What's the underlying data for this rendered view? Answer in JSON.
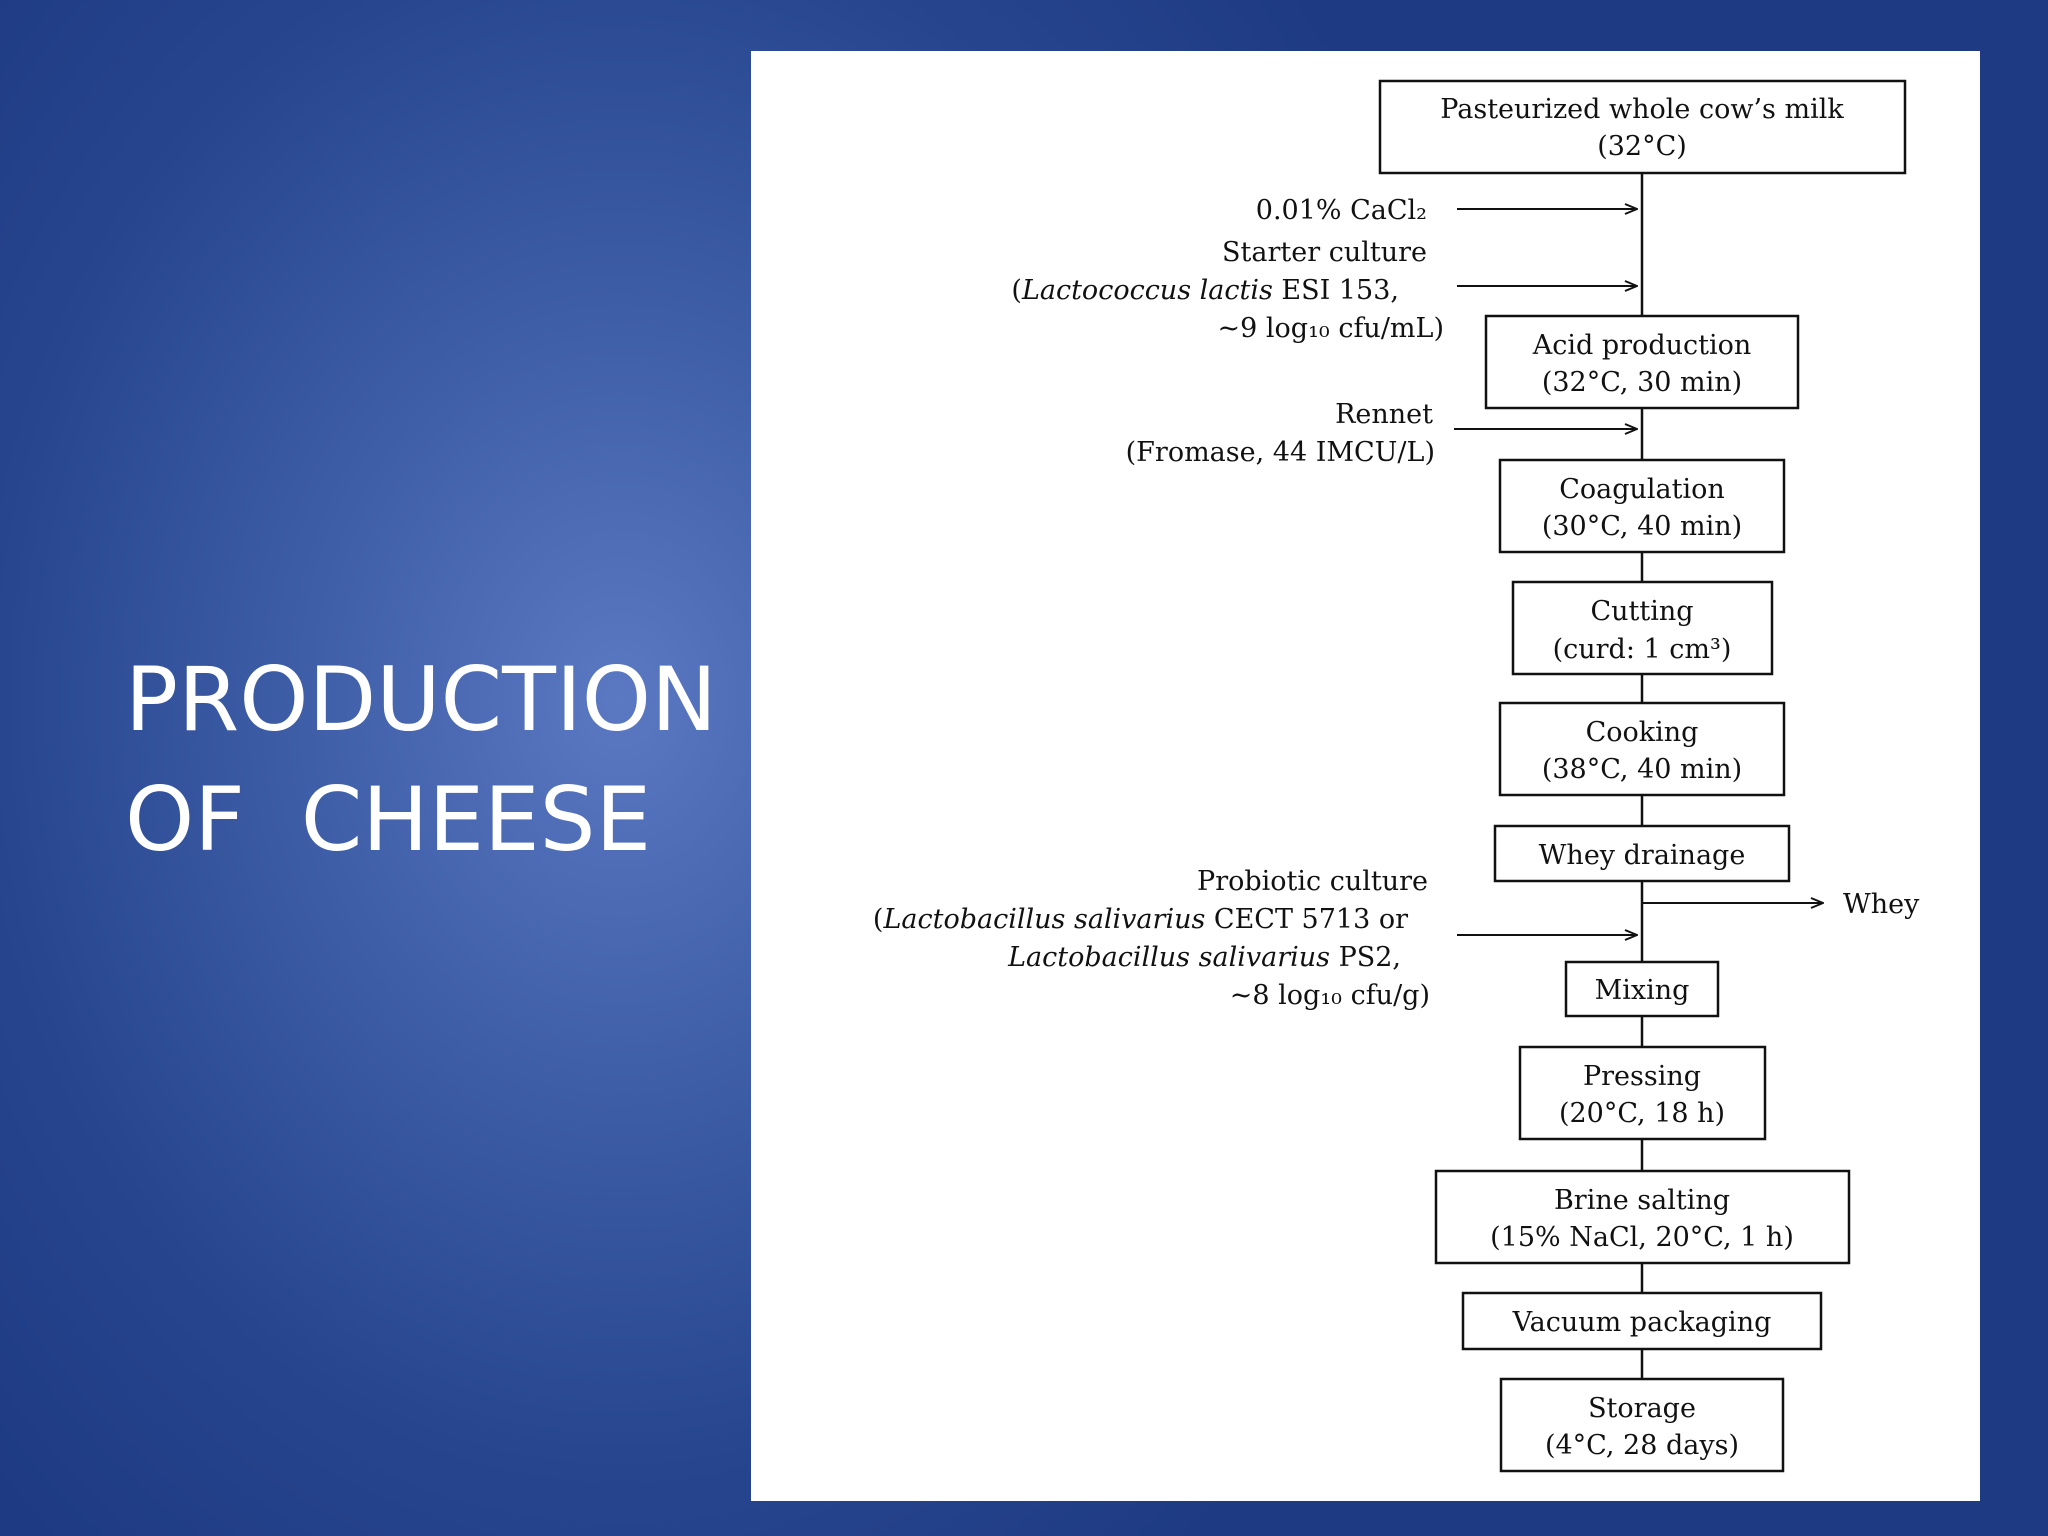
{
  "slide": {
    "title_line1": "PRODUCTION",
    "title_line2": "OF  CHEESE"
  },
  "flow": {
    "steps": [
      {
        "line1": "Pasteurized whole cow’s milk",
        "line2": "(32°C)"
      },
      {
        "line1": "Acid production",
        "line2": "(32°C, 30 min)"
      },
      {
        "line1": "Coagulation",
        "line2": "(30°C, 40 min)"
      },
      {
        "line1": "Cutting",
        "line2": "(curd: 1 cm³)"
      },
      {
        "line1": "Cooking",
        "line2": "(38°C, 40 min)"
      },
      {
        "line1": "Whey drainage"
      },
      {
        "line1": "Mixing"
      },
      {
        "line1": "Pressing",
        "line2": "(20°C, 18 h)"
      },
      {
        "line1": "Brine salting",
        "line2": "(15% NaCl, 20°C, 1 h)"
      },
      {
        "line1": "Vacuum packaging"
      },
      {
        "line1": "Storage",
        "line2": "(4°C, 28 days)"
      }
    ],
    "inputs": {
      "cacl2": "0.01% CaCl₂",
      "starter_l1": "Starter culture",
      "starter_l2_species": "Lactococcus lactis",
      "starter_l2_rest": " ESI 153,",
      "starter_l3": "~9 log₁₀ cfu/mL)",
      "rennet_l1": "Rennet",
      "rennet_l2": "(Fromase, 44 IMCU/L)",
      "probiotic_l1": "Probiotic culture",
      "probiotic_l2_species": "Lactobacillus salivarius",
      "probiotic_l2_rest": " CECT 5713 or",
      "probiotic_l3_species": "Lactobacillus salivarius",
      "probiotic_l3_rest": " PS2,",
      "probiotic_l4": "~8 log₁₀ cfu/g)"
    },
    "output_whey": "Whey"
  }
}
